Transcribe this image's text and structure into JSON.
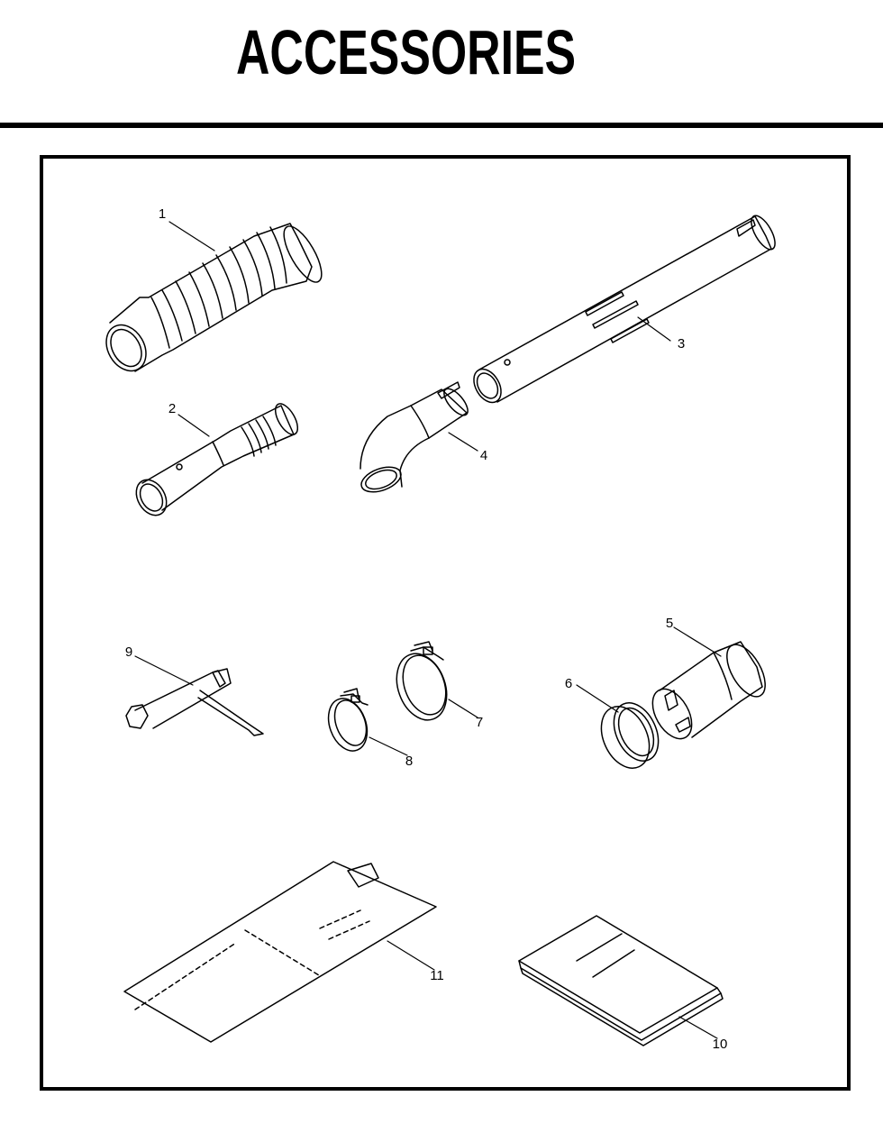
{
  "title": "ACCESSORIES",
  "parts": [
    {
      "number": "1",
      "icon": "bellows-hose-icon"
    },
    {
      "number": "2",
      "icon": "straight-pipe-icon"
    },
    {
      "number": "3",
      "icon": "long-pipe-icon"
    },
    {
      "number": "4",
      "icon": "curved-nozzle-icon"
    },
    {
      "number": "5",
      "icon": "adapter-sleeve-icon"
    },
    {
      "number": "6",
      "icon": "ring-collar-icon"
    },
    {
      "number": "7",
      "icon": "large-hose-clamp-icon"
    },
    {
      "number": "8",
      "icon": "small-hose-clamp-icon"
    },
    {
      "number": "9",
      "icon": "plug-wrench-icon"
    },
    {
      "number": "10",
      "icon": "manual-booklet-icon"
    },
    {
      "number": "11",
      "icon": "warranty-card-icon"
    }
  ]
}
